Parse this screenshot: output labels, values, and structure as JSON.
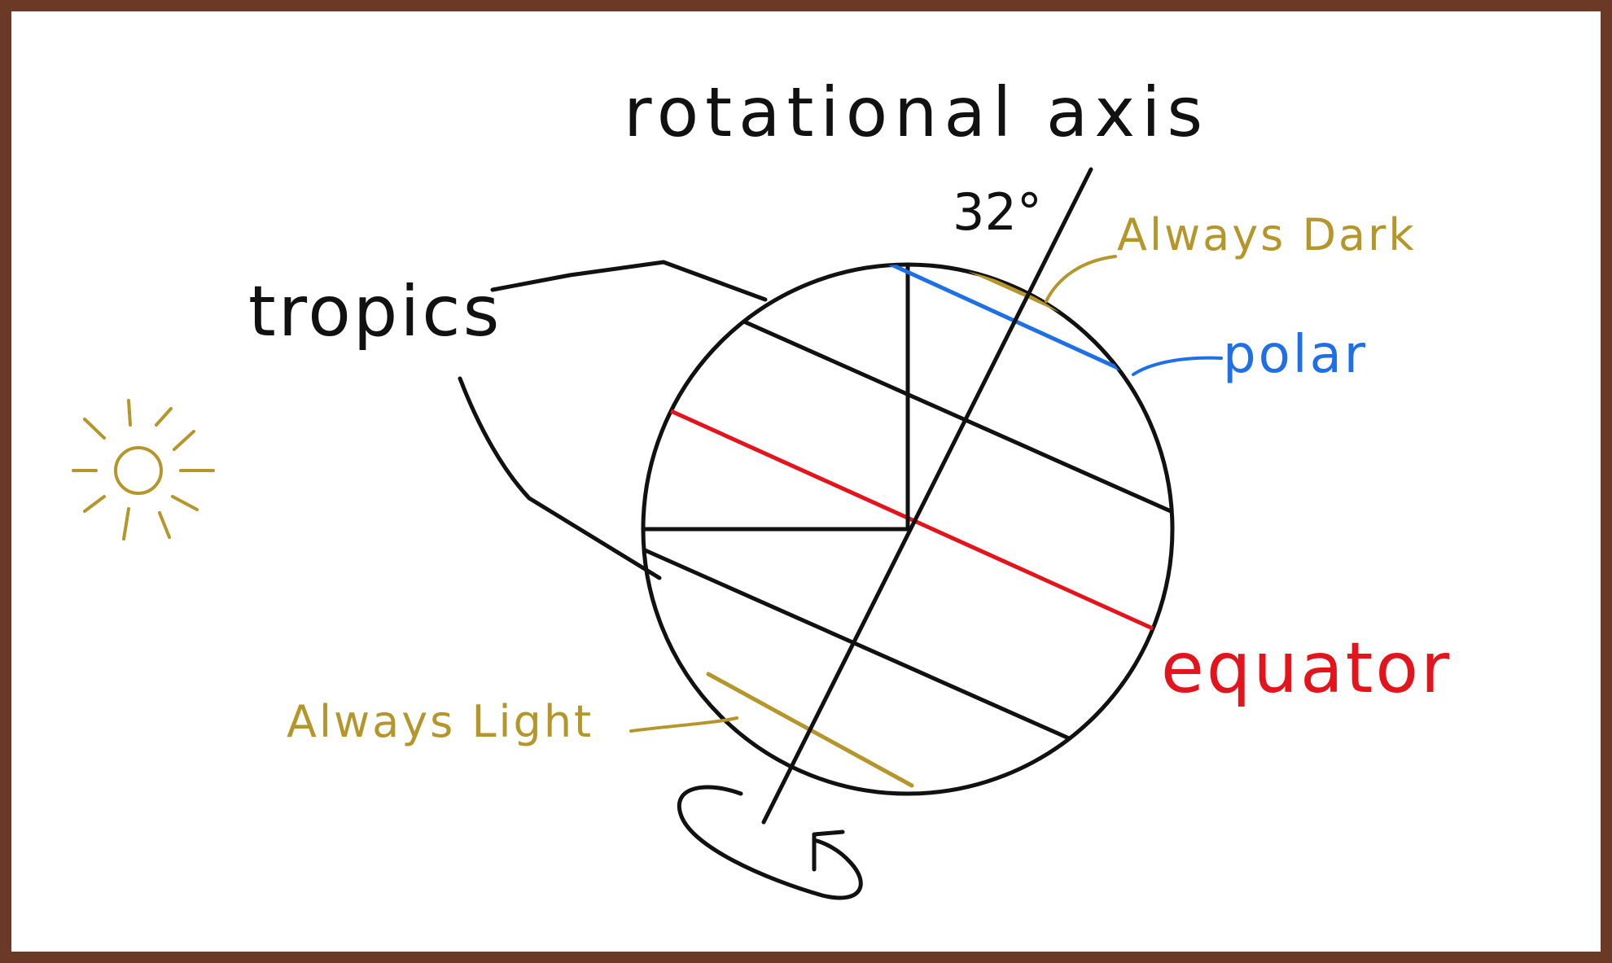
{
  "colors": {
    "frame": "#6b3a26",
    "background": "#ffffff",
    "ink": "#111111",
    "gold": "#b5962b",
    "blue": "#1f6fe5",
    "red": "#e3141b"
  },
  "icons": {
    "sun": "sun-icon",
    "rotation": "rotation-arrow-icon"
  },
  "labels": {
    "rotational_axis": "rotational axis",
    "angle": "32°",
    "always_dark": "Always Dark",
    "tropics": "tropics",
    "polar": "polar",
    "equator": "equator",
    "always_light": "Always Light"
  }
}
